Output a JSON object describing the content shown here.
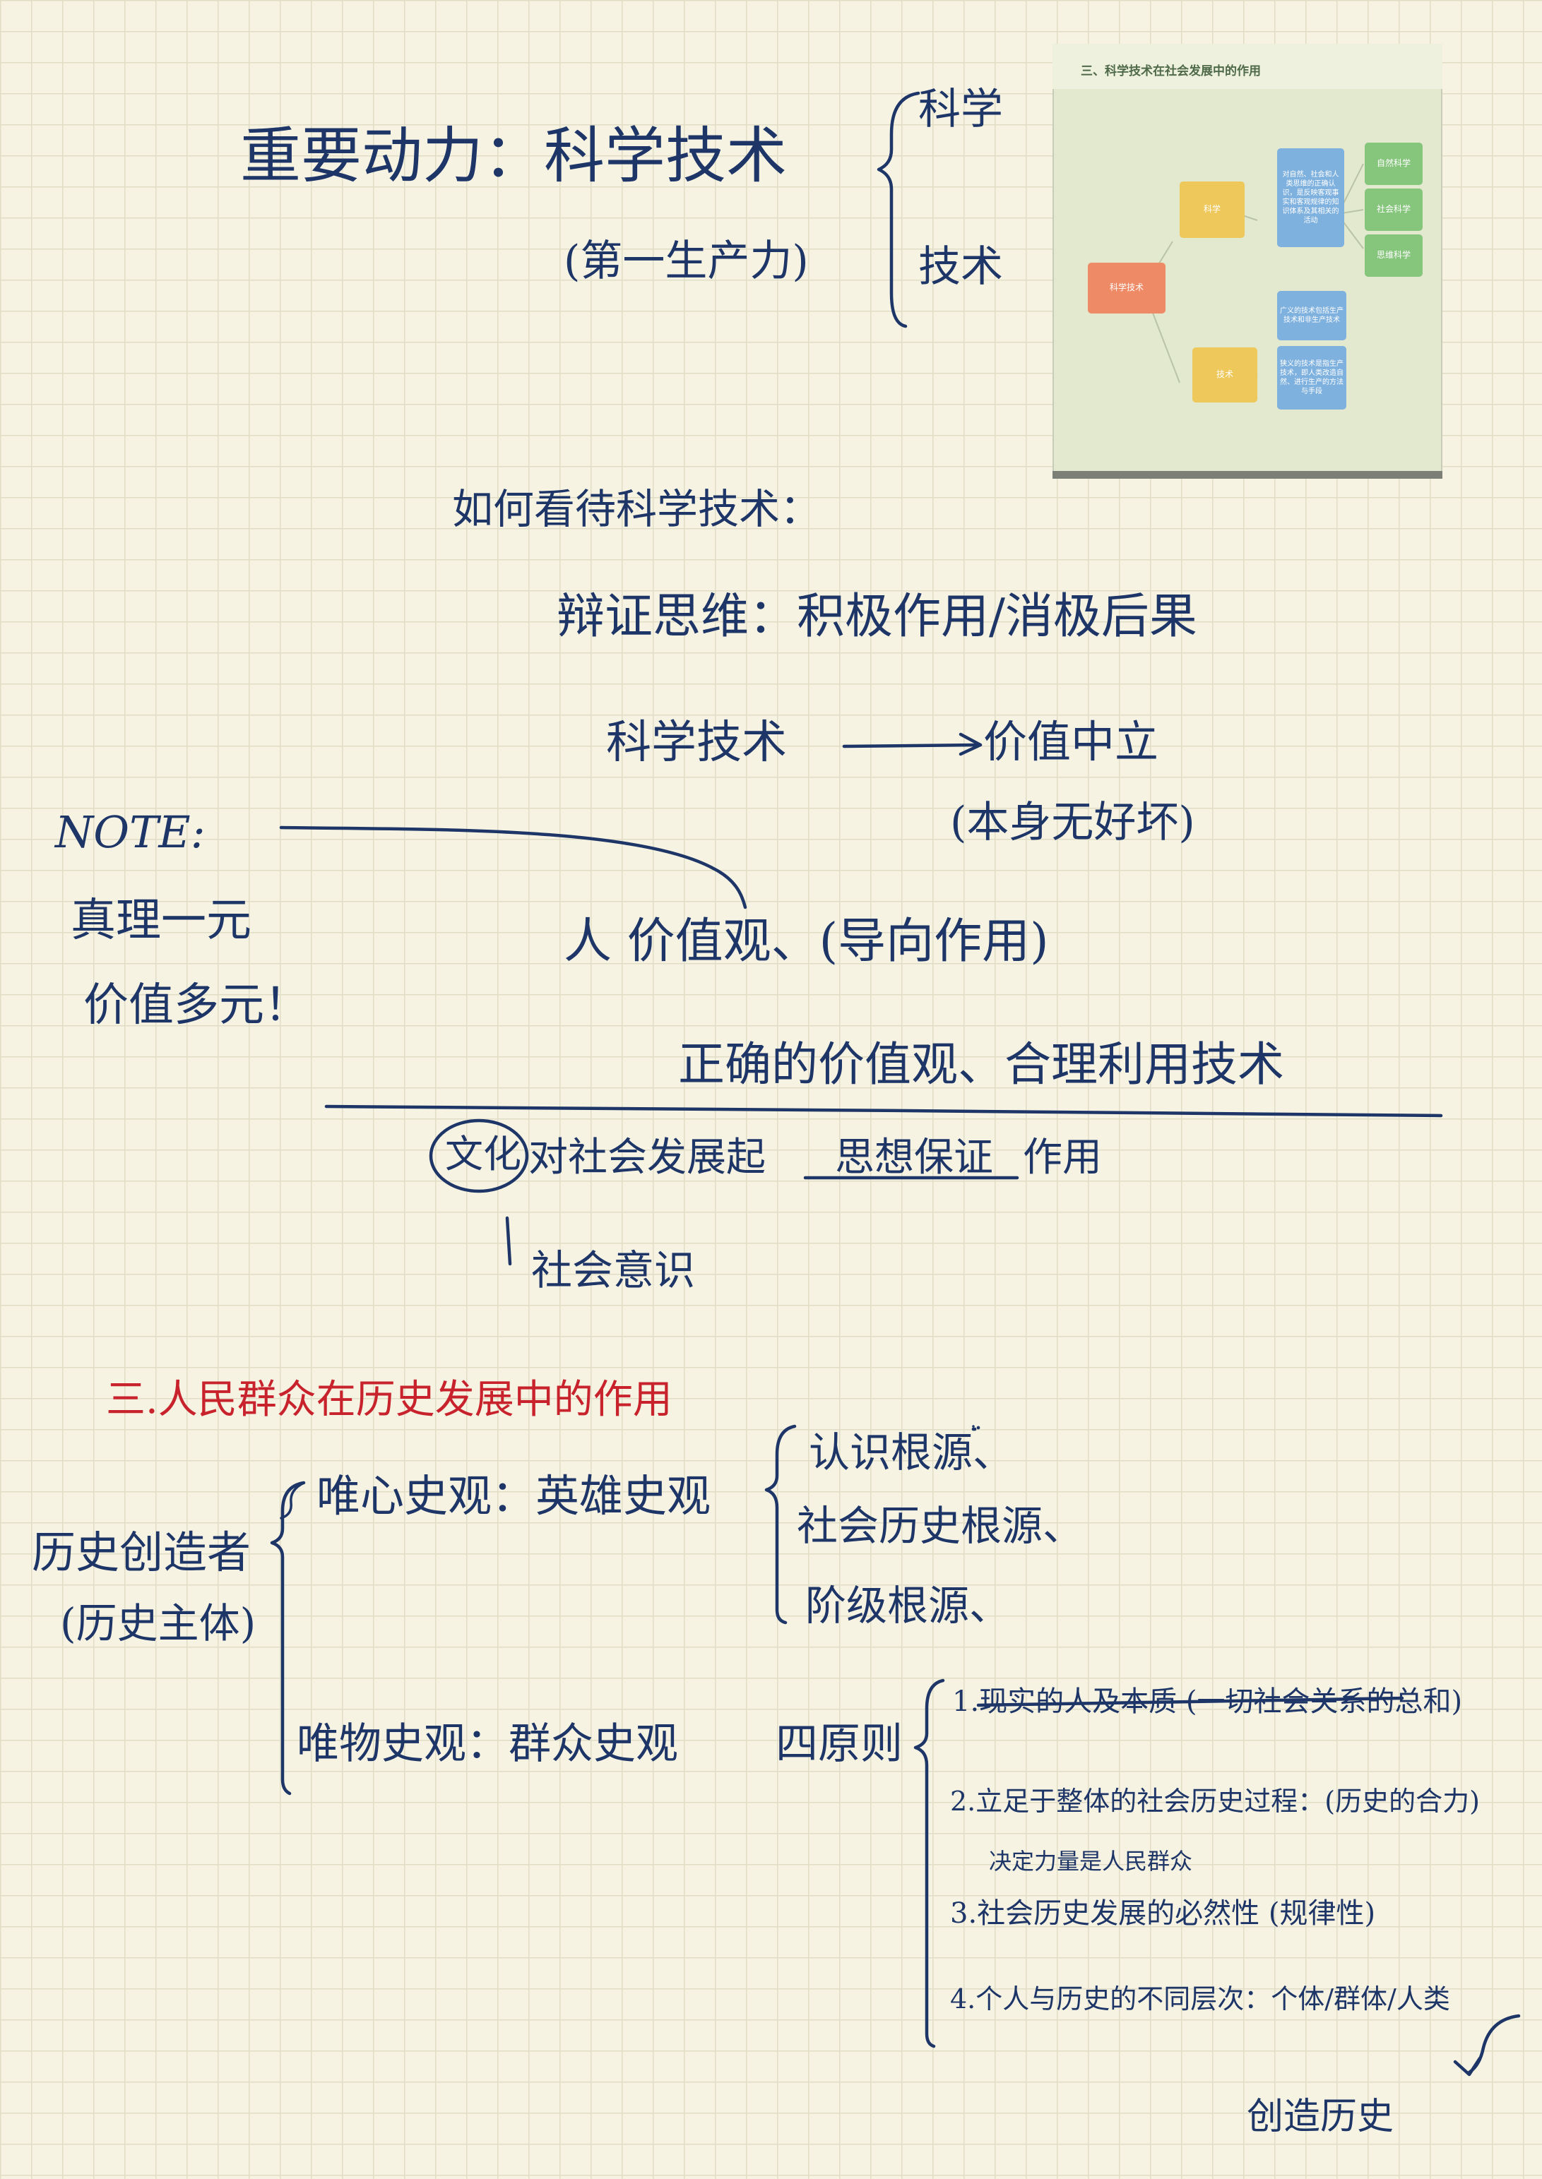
{
  "slide": {
    "title": "三、科学技术在社会发展中的作用",
    "root": "科学技术",
    "branch_science": "科学",
    "branch_technology": "技术",
    "science_desc": "对自然、社会和人类思维的正确认识，是反映客观事实和客观规律的知识体系及其相关的活动",
    "science_leaves": [
      "自然科学",
      "社会科学",
      "思维科学"
    ],
    "tech_desc_1": "广义的技术包括生产技术和非生产技术",
    "tech_desc_2": "狭义的技术是指生产技术，即人类改造自然、进行生产的方法与手段"
  },
  "notes": {
    "title_line": "重要动力：科学技术",
    "title_sub": "(第一生产力)",
    "brace_item_1": "科学",
    "brace_item_2": "技术",
    "how_view": "如何看待科学技术：",
    "dialectic": "辩证思维：积极作用/消极后果",
    "sci_tech": "科学技术",
    "value_neutral": "价值中立",
    "no_good_bad": "(本身无好坏)",
    "note_label": "NOTE:",
    "note_line_1": "真理一元",
    "note_line_2": "价值多元！",
    "person_line": "人  价值观、(导向作用)",
    "correct_values": "正确的价值观、合理利用技术",
    "culture": "文化",
    "culture_line": "对社会发展起",
    "guarantee": "思想保证",
    "role": "作用",
    "social_consciousness": "社会意识",
    "section_title": "三.人民群众在历史发展中的作用",
    "creator": "历史创造者",
    "subject": "(历史主体)",
    "idealism": "唯心史观：英雄史观",
    "roots": [
      "认识根源、",
      "社会历史根源、",
      "阶级根源、"
    ],
    "materialism": "唯物史观：群众史观",
    "four_principles": "四原则",
    "principles": [
      "1.现实的人及本质 (一切社会关系的总和)",
      "2.立足于整体的社会历史过程：(历史的合力)",
      "决定力量是人民群众",
      "3.社会历史发展的必然性 (规律性)",
      "4.个人与历史的不同层次：个体/群体/人类"
    ],
    "create_history": "创造历史"
  }
}
